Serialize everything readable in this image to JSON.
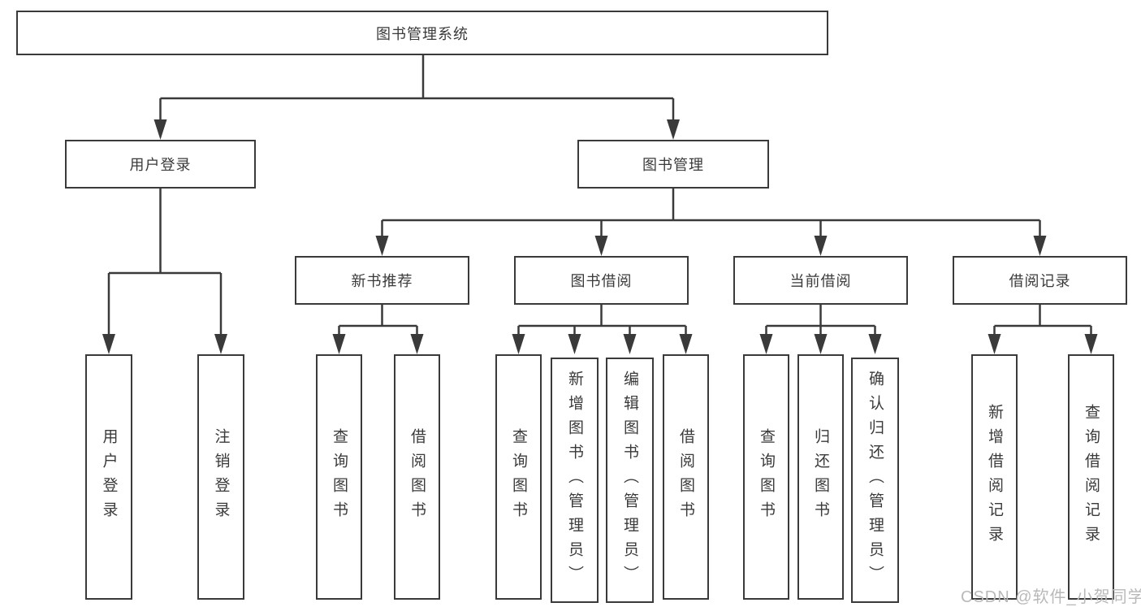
{
  "tree": {
    "root": {
      "label": "图书管理系统"
    },
    "branches": [
      {
        "label": "用户登录",
        "children": [
          {
            "label": "用户登录"
          },
          {
            "label": "注销登录"
          }
        ]
      },
      {
        "label": "图书管理",
        "groups": [
          {
            "label": "新书推荐",
            "children": [
              {
                "label": "查询图书"
              },
              {
                "label": "借阅图书"
              }
            ]
          },
          {
            "label": "图书借阅",
            "children": [
              {
                "label": "查询图书"
              },
              {
                "label": "新增图书（管理员）"
              },
              {
                "label": "编辑图书（管理员）"
              },
              {
                "label": "借阅图书"
              }
            ]
          },
          {
            "label": "当前借阅",
            "children": [
              {
                "label": "查询图书"
              },
              {
                "label": "归还图书"
              },
              {
                "label": "确认归还（管理员）"
              }
            ]
          },
          {
            "label": "借阅记录",
            "children": [
              {
                "label": "新增借阅记录"
              },
              {
                "label": "查询借阅记录"
              }
            ]
          }
        ]
      }
    ]
  },
  "watermark": {
    "text": "CSDN @软件_小贺同学"
  },
  "colors": {
    "line": "#3a3a3a",
    "text": "#3a3a3a",
    "box_background": "#ffffff",
    "watermark": "#b9b9b9",
    "background": "#ffffff"
  }
}
